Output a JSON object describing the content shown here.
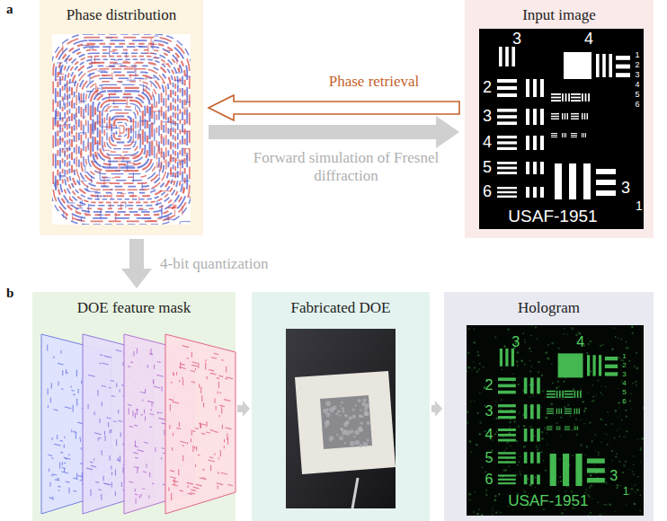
{
  "diagram": {
    "nodes": [
      {
        "text": [
          "Phase distribution"
        ]
      },
      {
        "text": [
          "Input image"
        ]
      },
      {
        "text": [
          "DOE feature mask"
        ]
      },
      {
        "text": [
          "Fabricated DOE"
        ]
      },
      {
        "text": [
          "Hologram"
        ]
      }
    ],
    "edges": [
      {
        "from": 1,
        "to": 0,
        "arrow": "to",
        "label": "Phase retrieval"
      },
      {
        "from": 0,
        "to": 1,
        "arrow": "to",
        "label": "Forward simulation of Fresnel diffraction"
      },
      {
        "from": 0,
        "to": 2,
        "arrow": "to",
        "label": "4-bit quantization"
      },
      {
        "from": 2,
        "to": 3,
        "arrow": "to"
      },
      {
        "from": 3,
        "to": 4,
        "arrow": "to"
      }
    ],
    "labels": [
      "a",
      "b",
      "3",
      "4",
      "2",
      "3",
      "4",
      "5",
      "6",
      "1",
      "2",
      "3",
      "4",
      "5",
      "6",
      "3",
      "1",
      "USAF-1951",
      "3",
      "4",
      "2",
      "3",
      "4",
      "5",
      "6",
      "1",
      "2",
      "3",
      "4",
      "5",
      "6",
      "3",
      "1",
      "USAF-1951"
    ]
  }
}
